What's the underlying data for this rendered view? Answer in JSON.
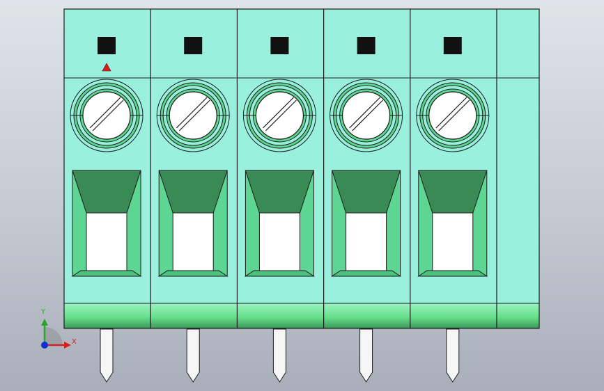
{
  "scene": {
    "model": "terminal-block-5-pole",
    "pole_count": 5,
    "colors": {
      "body": "#99f0dd",
      "base": "#66e08a",
      "base_dark": "#3a9a5a",
      "outline": "#1a1a1a",
      "screw_ring": "#5ed593",
      "funnel_dark": "#3a8a55",
      "funnel_light": "#5dd593",
      "marker": "#111111",
      "triangle": "#d42020",
      "pin": "#f6f6f6"
    }
  },
  "axes": {
    "y_label": "Y",
    "x_label": "X",
    "y_color": "#2aa52a",
    "x_color": "#d62020",
    "z_color": "#1030d0"
  }
}
